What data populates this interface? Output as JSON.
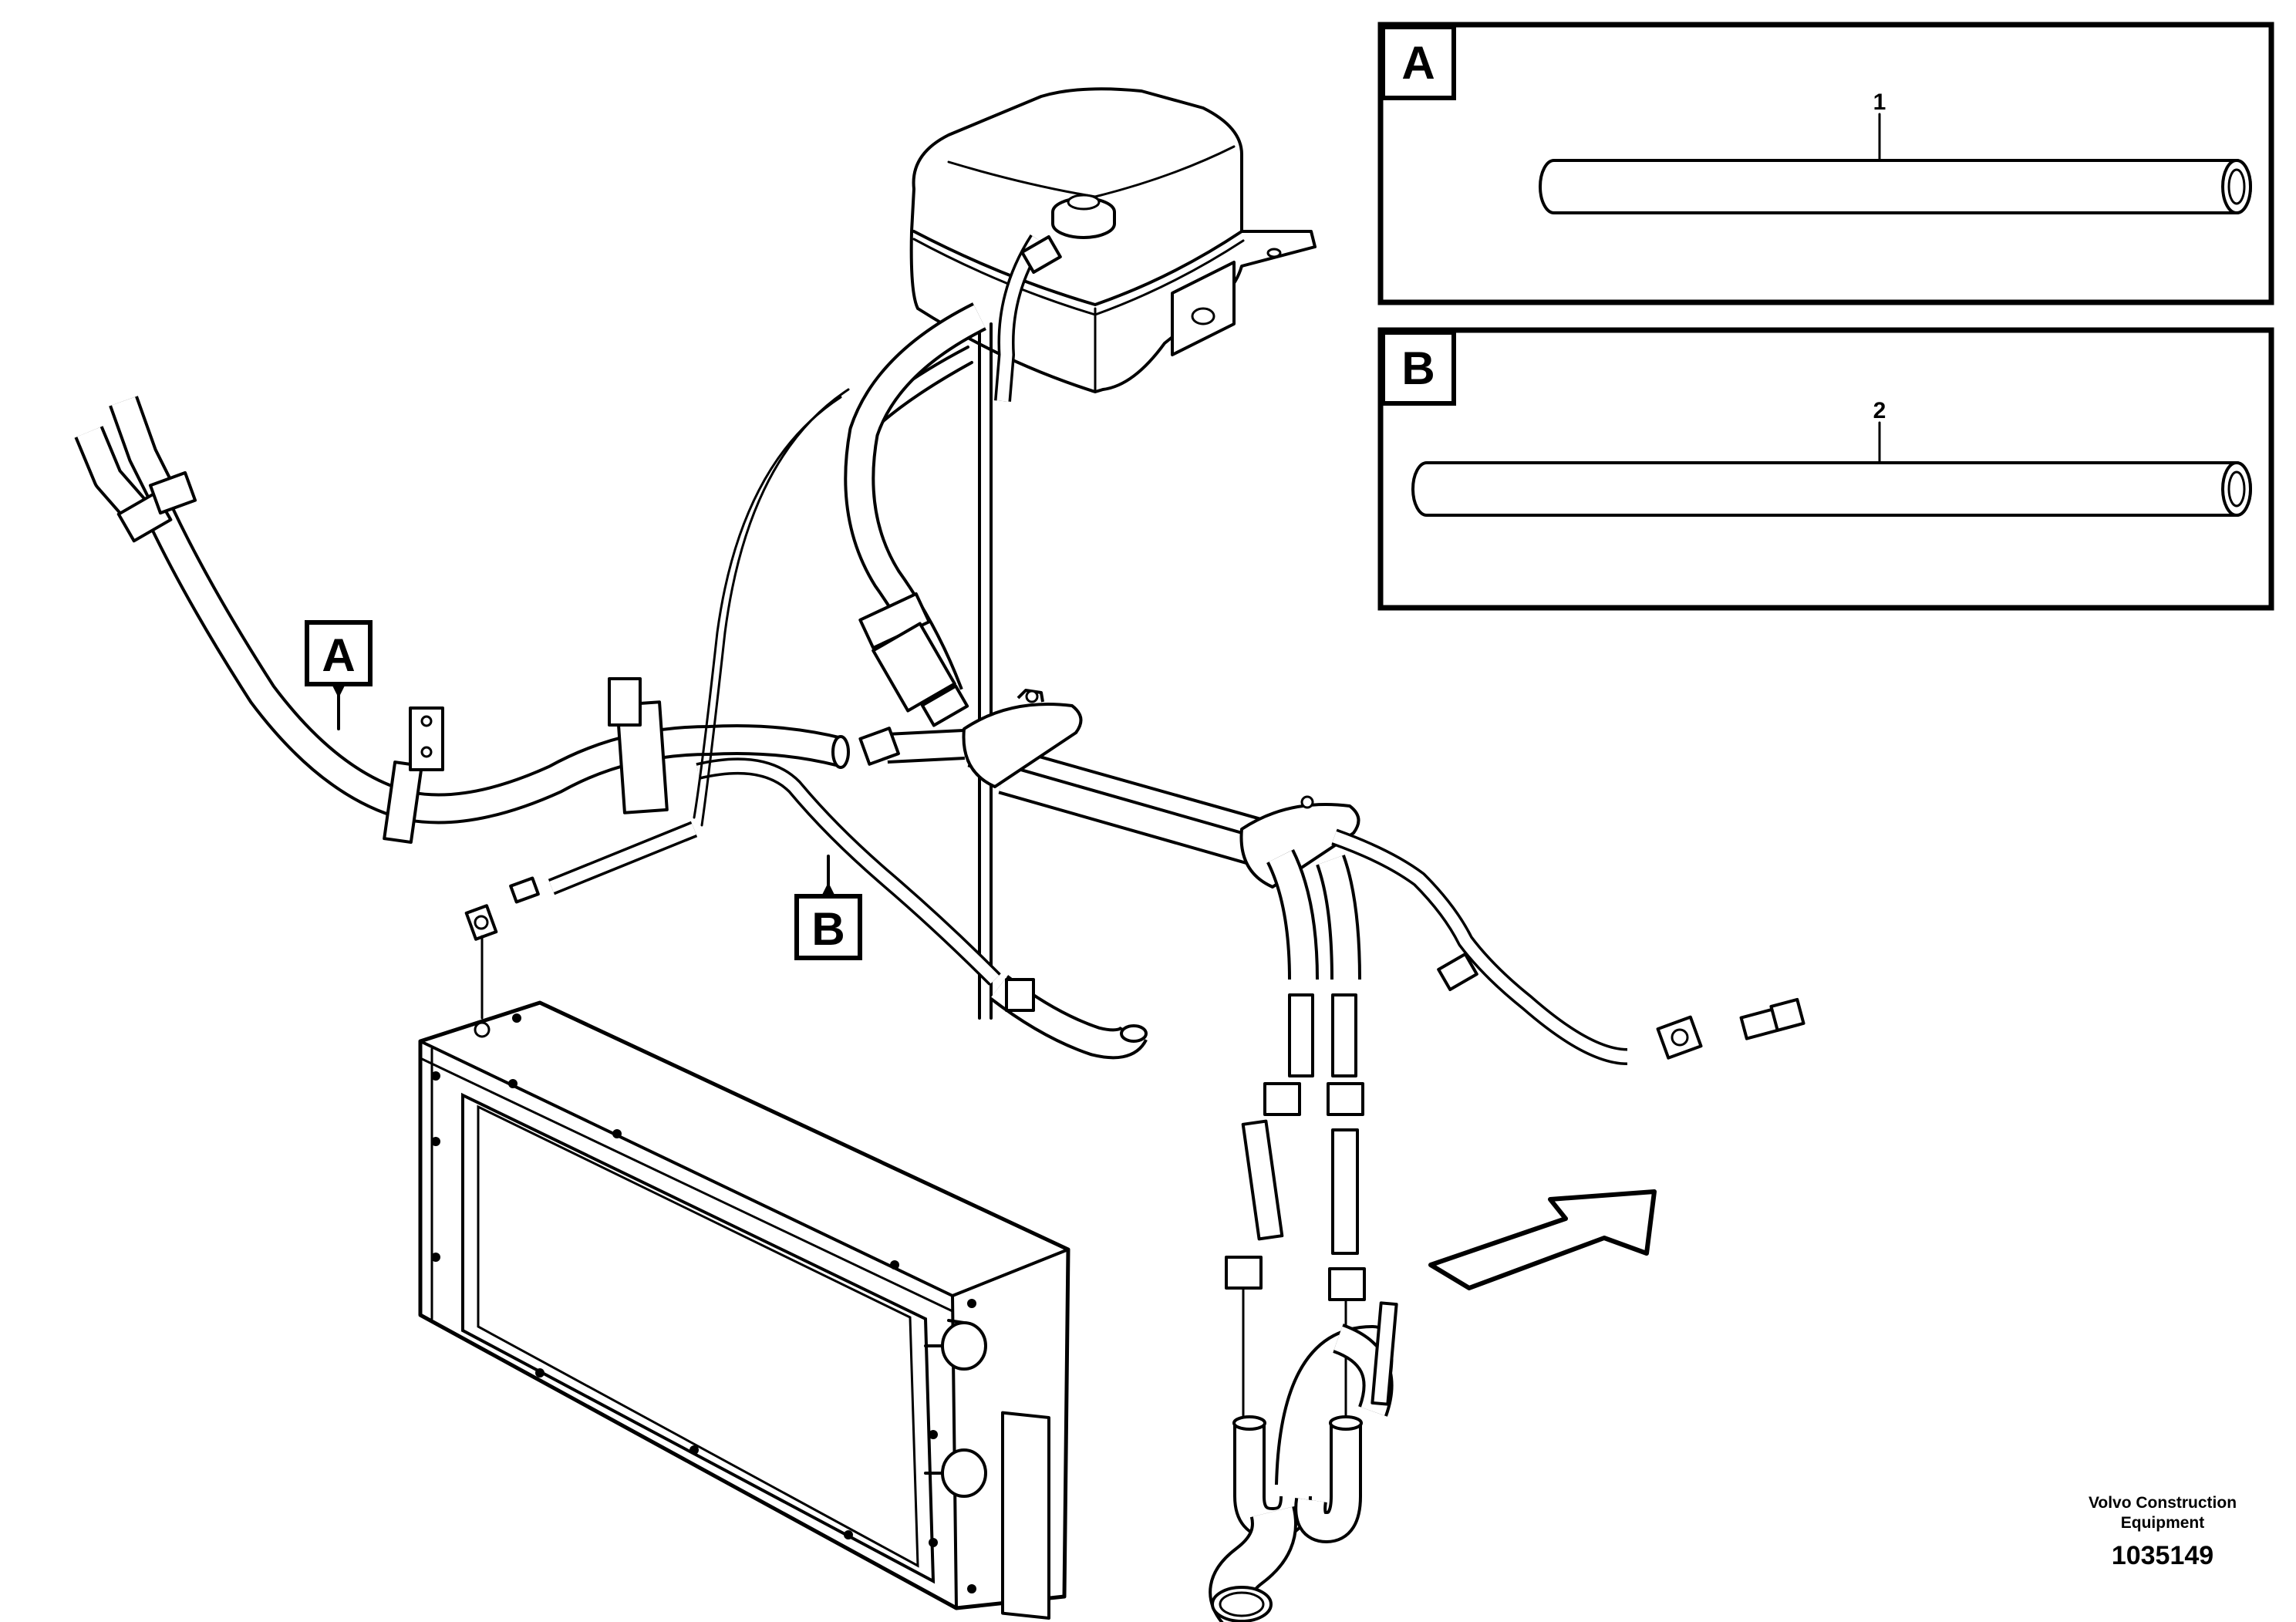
{
  "detail_panels": [
    {
      "letter": "A",
      "callout": "1"
    },
    {
      "letter": "B",
      "callout": "2"
    }
  ],
  "diagram_markers": {
    "marker_a": "A",
    "marker_b": "B"
  },
  "footer": {
    "brand_line1": "Volvo Construction",
    "brand_line2": "Equipment",
    "drawing_number": "1035149"
  }
}
